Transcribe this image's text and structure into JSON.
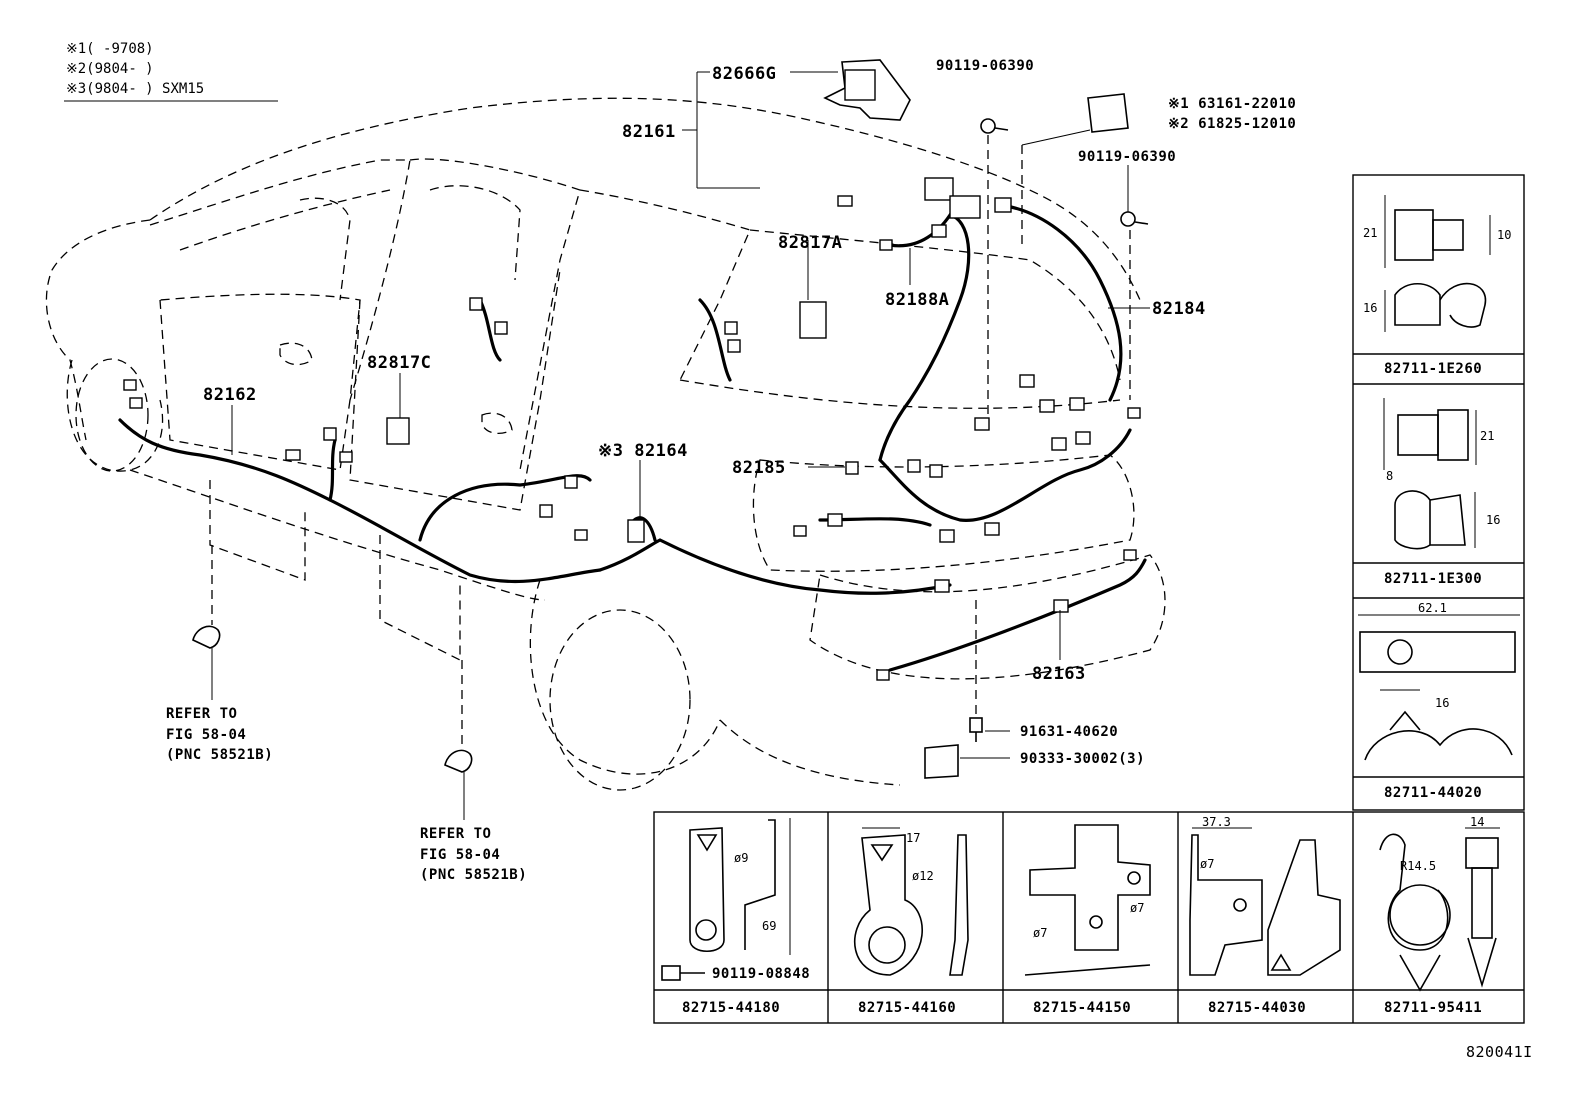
{
  "notes": [
    {
      "mark": "※1",
      "text": "(       -9708)"
    },
    {
      "mark": "※2",
      "text": "(9804-       )"
    },
    {
      "mark": "※3",
      "text": "(9804-       ) SXM15"
    }
  ],
  "main_labels": {
    "p82666G": "82666G",
    "p90119_06390_top": "90119-06390",
    "p63161": "※1 63161-22010",
    "p61825": "※2 61825-12010",
    "p90119_06390_right": "90119-06390",
    "p82161": "82161",
    "p82817A": "82817A",
    "p82188A": "82188A",
    "p82184": "82184",
    "p82817C": "82817C",
    "p82162": "82162",
    "p82164": "※3 82164",
    "p82185": "82185",
    "p82163": "82163",
    "p91631": "91631-40620",
    "p90333": "90333-30002(3)"
  },
  "refer_left": [
    "REFER TO",
    "FIG 58-04",
    "(PNC 58521B)"
  ],
  "refer_center": [
    "REFER TO",
    "FIG 58-04",
    "(PNC 58521B)"
  ],
  "clips_right": [
    {
      "part": "82711-1E260",
      "dims": [
        "21",
        "10",
        "16"
      ]
    },
    {
      "part": "82711-1E300",
      "dims": [
        "21",
        "8",
        "16"
      ]
    },
    {
      "part": "82711-44020",
      "dims": [
        "62.1",
        "16"
      ]
    }
  ],
  "clips_bottom": [
    {
      "part": "82715-44180",
      "dims": [
        "ø9",
        "69"
      ],
      "bolt": "90119-08848"
    },
    {
      "part": "82715-44160",
      "dims": [
        "17",
        "ø12"
      ]
    },
    {
      "part": "82715-44150",
      "dims": [
        "ø7",
        "ø7"
      ]
    },
    {
      "part": "82715-44030",
      "dims": [
        "37.3",
        "ø7"
      ]
    },
    {
      "part": "82711-95411",
      "dims": [
        "14",
        "R14.5"
      ]
    }
  ],
  "figure_id": "820041I"
}
